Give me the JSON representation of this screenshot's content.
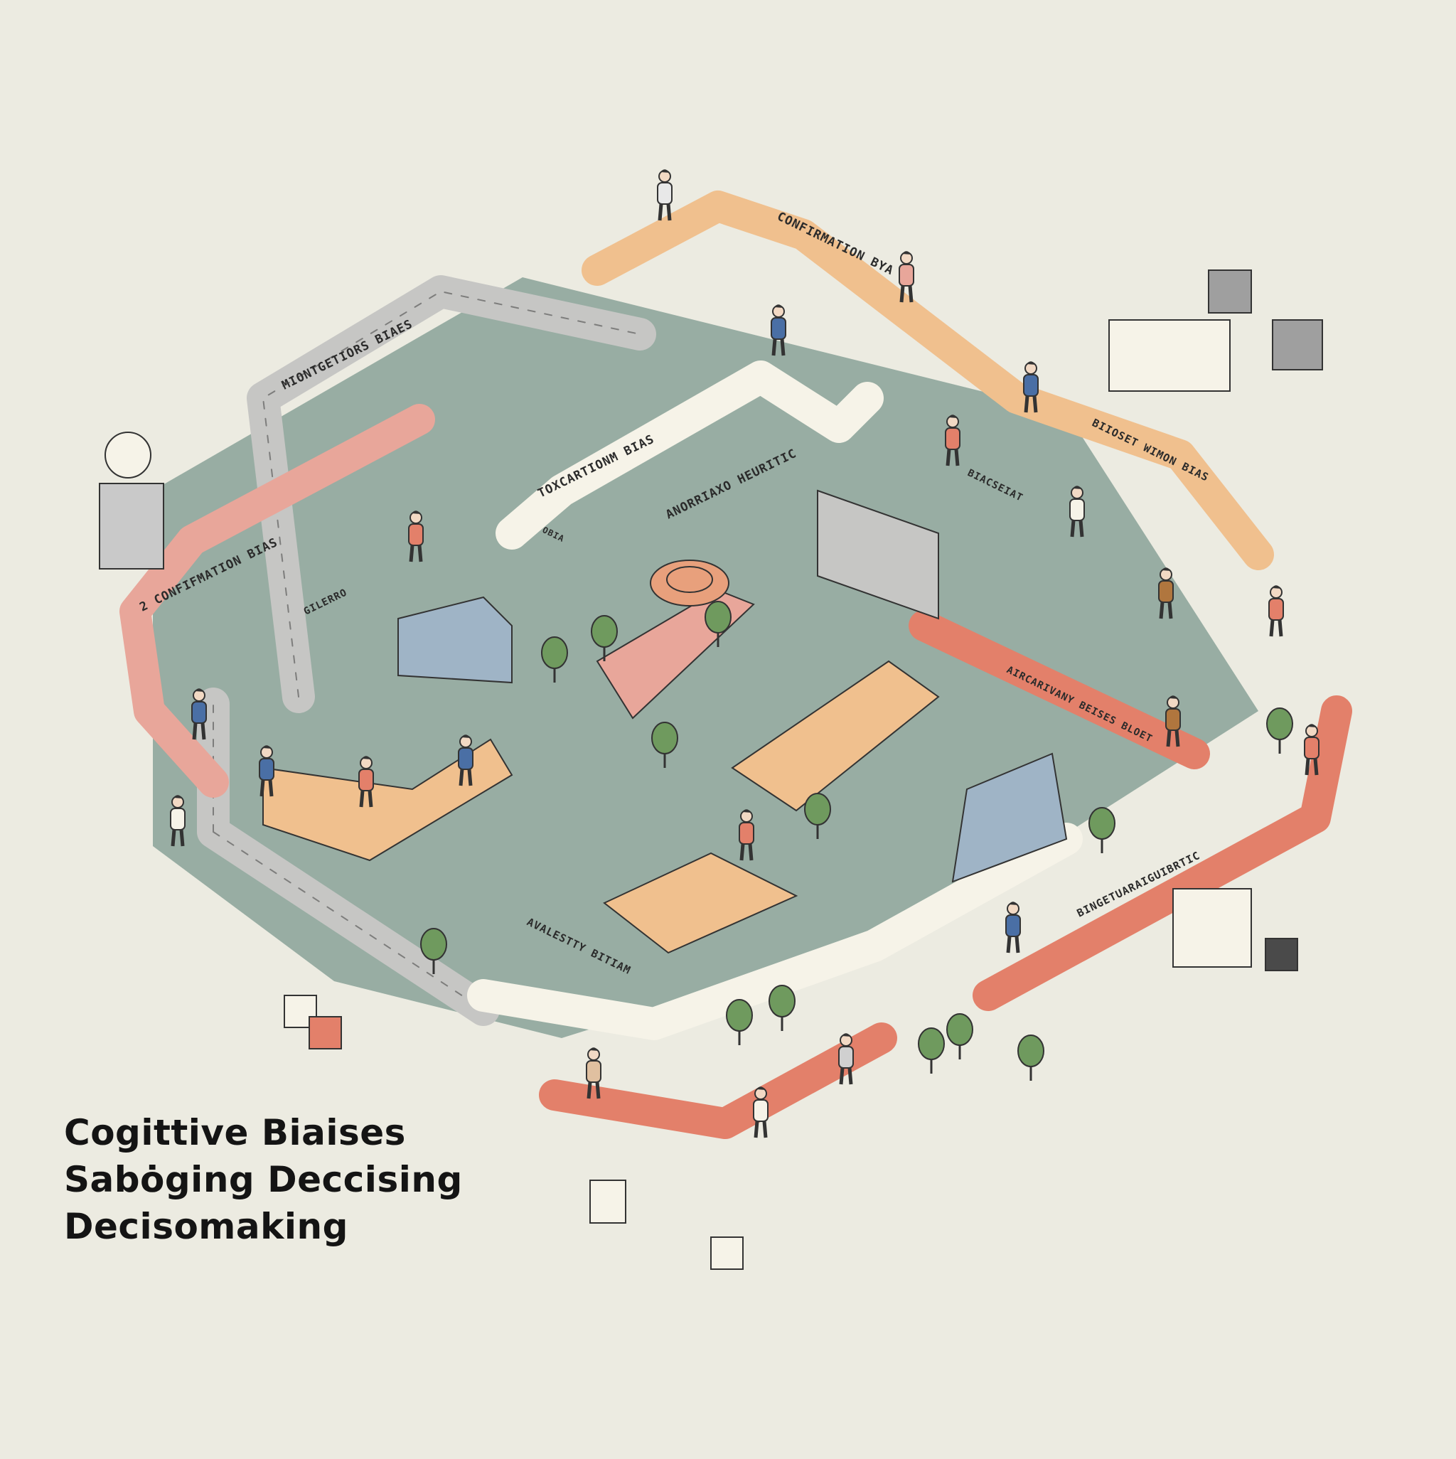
{
  "title": {
    "line1": "Cogittive Biaises",
    "line2": "Sabȯging Deccising",
    "line3": "Decisomaking"
  },
  "labels": {
    "grey_path_top": "MIONTGETIORS BIAES",
    "orange_path_top": "CONFIRMATION BYA",
    "white_path_inner": "TOXCARTIONM BIAS",
    "white_path_inner_small": "OBIA",
    "white_path_anchor": "ANORRIAXO HEURITIC",
    "pink_path_left": "2 CONFIFMATION BIAS",
    "ledge_small": "GILERRO",
    "grey_path_right": "BIACSEIAT",
    "orange_path_right": "BIIOSET WIMON BIAS",
    "red_path_right": "AIRCARIVANY BEISES BLOET",
    "red_path_lower": "BINGETUARAIGUIBRTIC",
    "white_path_bottom": "AVALESTTY BITIAM"
  },
  "colors": {
    "background": "#ecebe1",
    "floor": "#8fa69c",
    "grey_path": "#c6c6c4",
    "orange_path": "#f0c08e",
    "pink_path": "#e8a69a",
    "white_path": "#f6f3e8",
    "red_path": "#e3806a",
    "blue_block": "#9fb4c6",
    "tree": "#6f9a5e",
    "outline": "#333333"
  }
}
